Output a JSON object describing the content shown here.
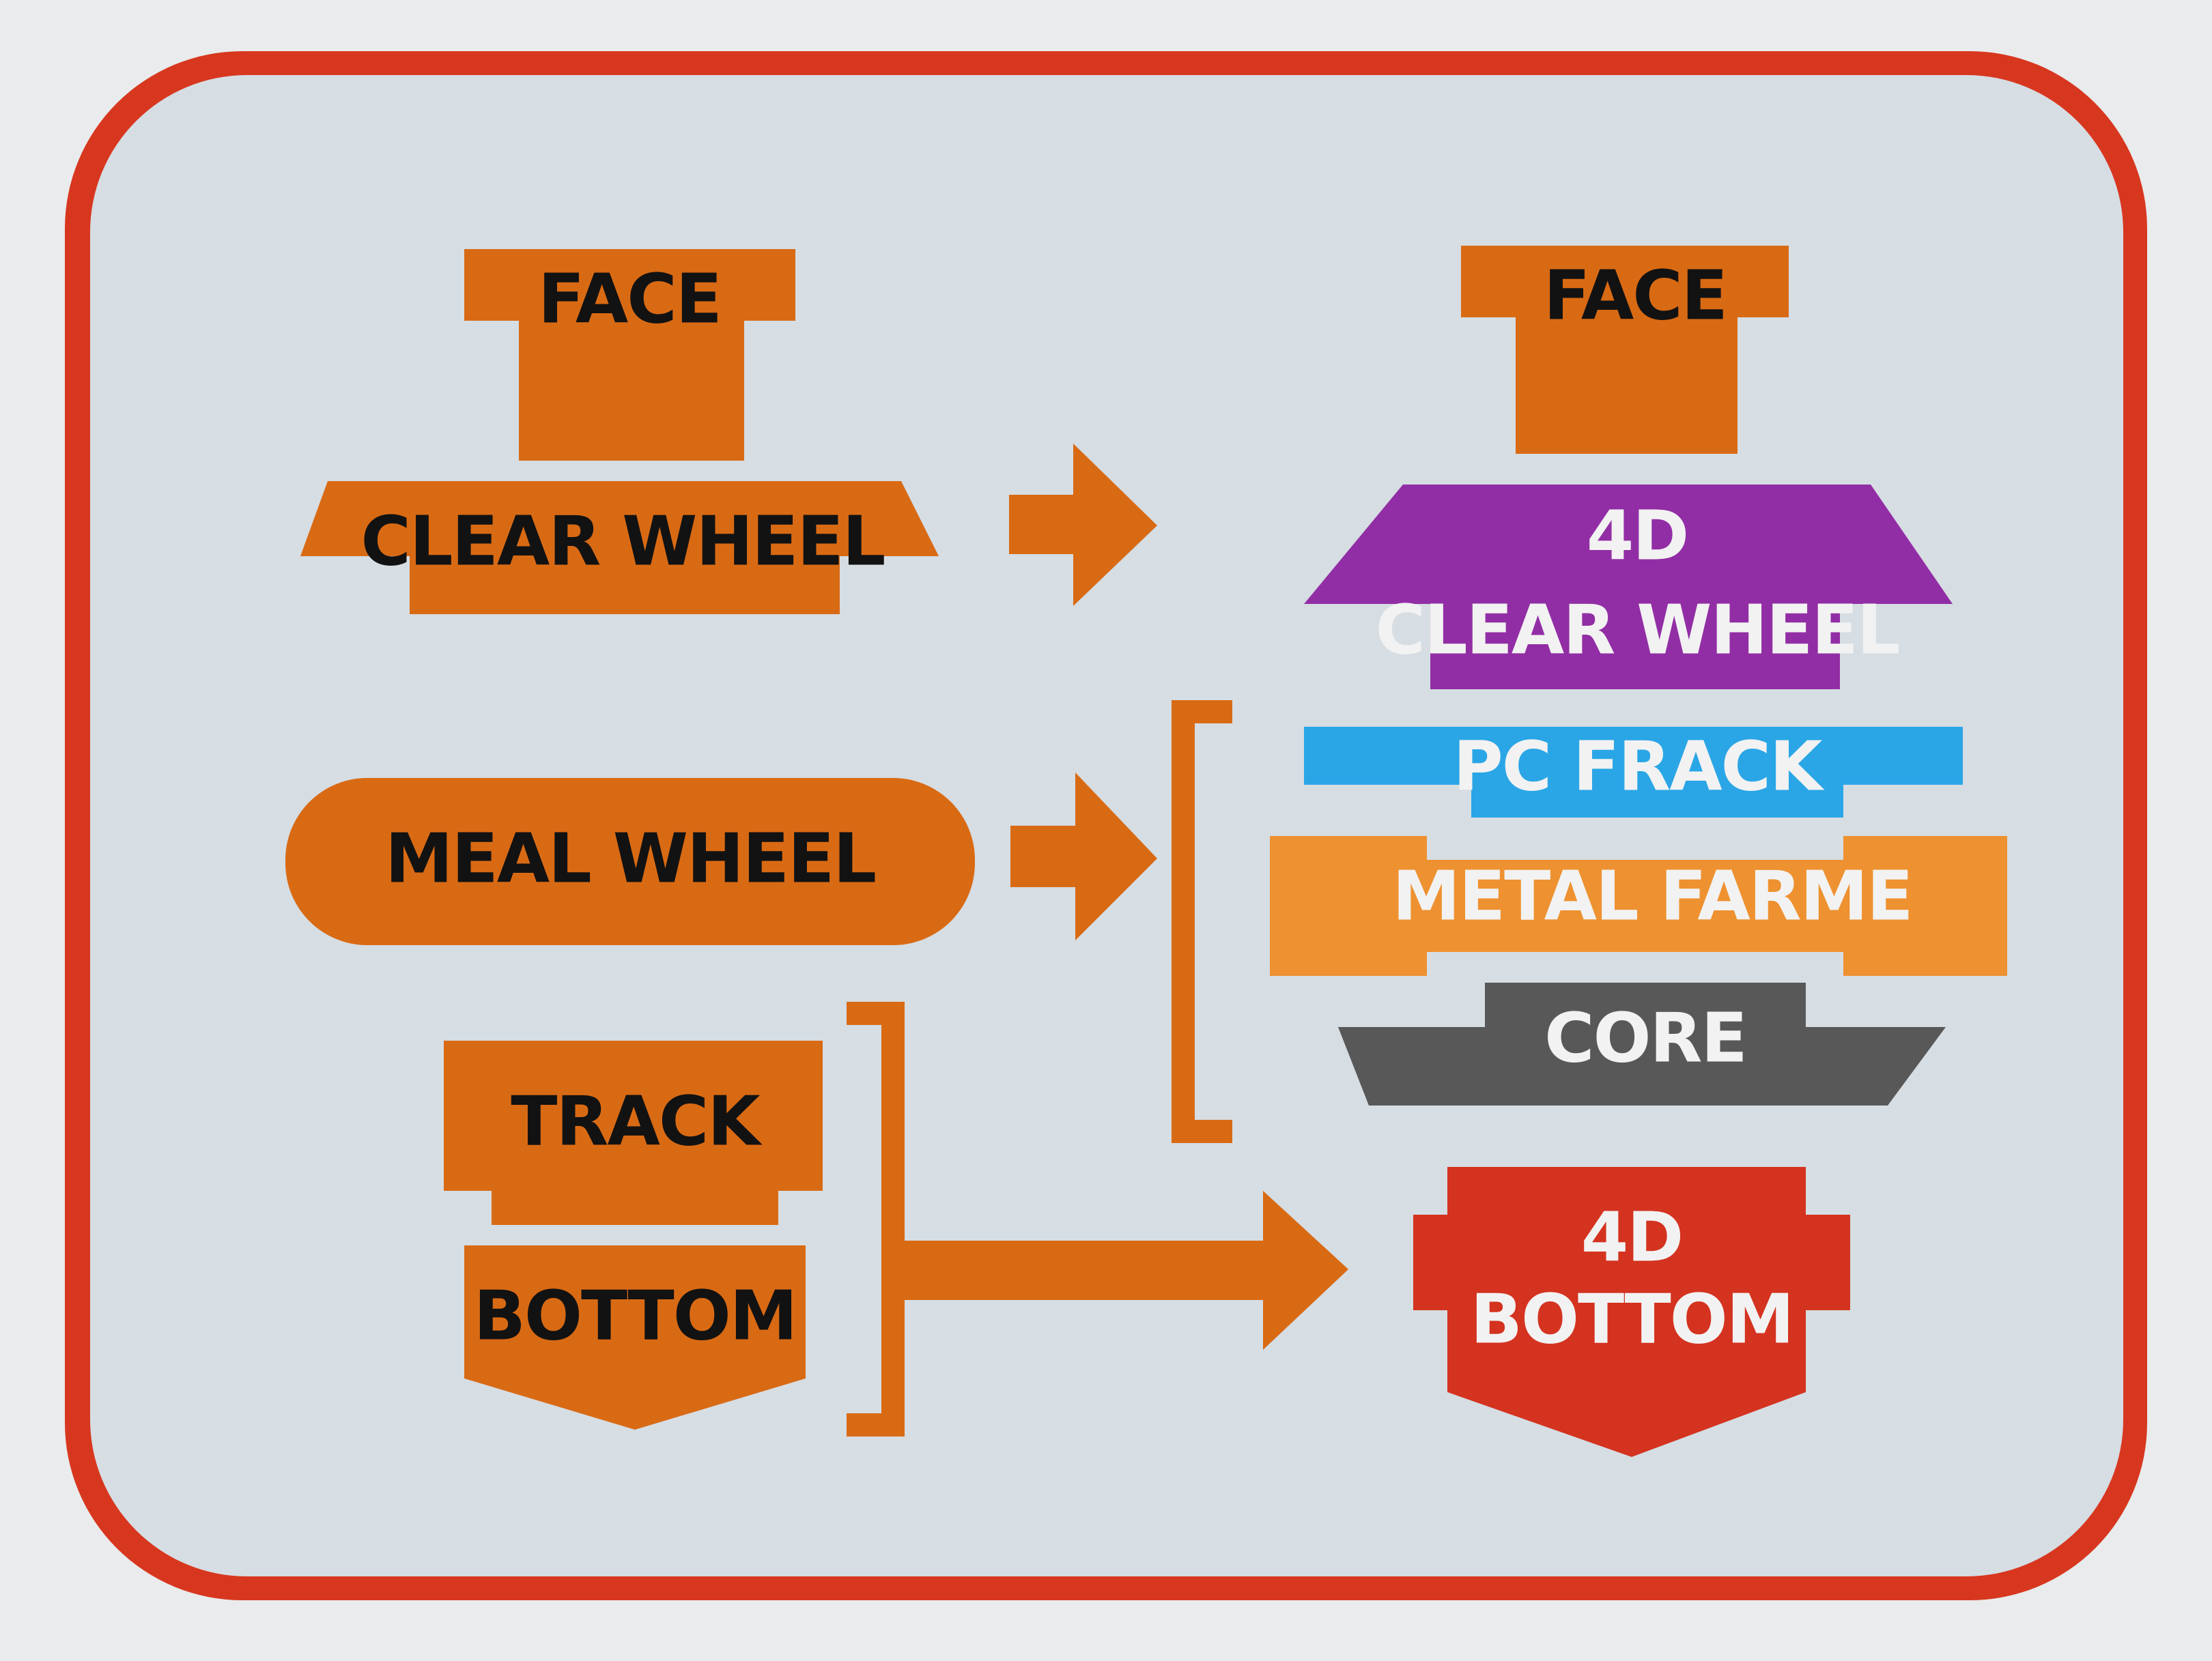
{
  "colors": {
    "border": "#d8371f",
    "panel": "#d6dde3",
    "orange": "#d96a14",
    "orange_light": "#ee9130",
    "purple": "#922ea5",
    "blue": "#2aa6e6",
    "gray": "#585858",
    "red": "#d4331f",
    "dark_text": "#121212",
    "light_text": "#f2f2f2"
  },
  "left": {
    "face": "FACE",
    "clear_wheel": "CLEAR WHEEL",
    "meal_wheel": "MEAL WHEEL",
    "track": "TRACK",
    "bottom": "BOTTOM"
  },
  "right": {
    "face": "FACE",
    "clear_wheel_line1": "4D",
    "clear_wheel_line2": "CLEAR WHEEL",
    "pc_frack": "PC FRACK",
    "metal_farme": "METAL FARME",
    "core": "CORE",
    "bottom_line1": "4D",
    "bottom_line2": "BOTTOM"
  }
}
